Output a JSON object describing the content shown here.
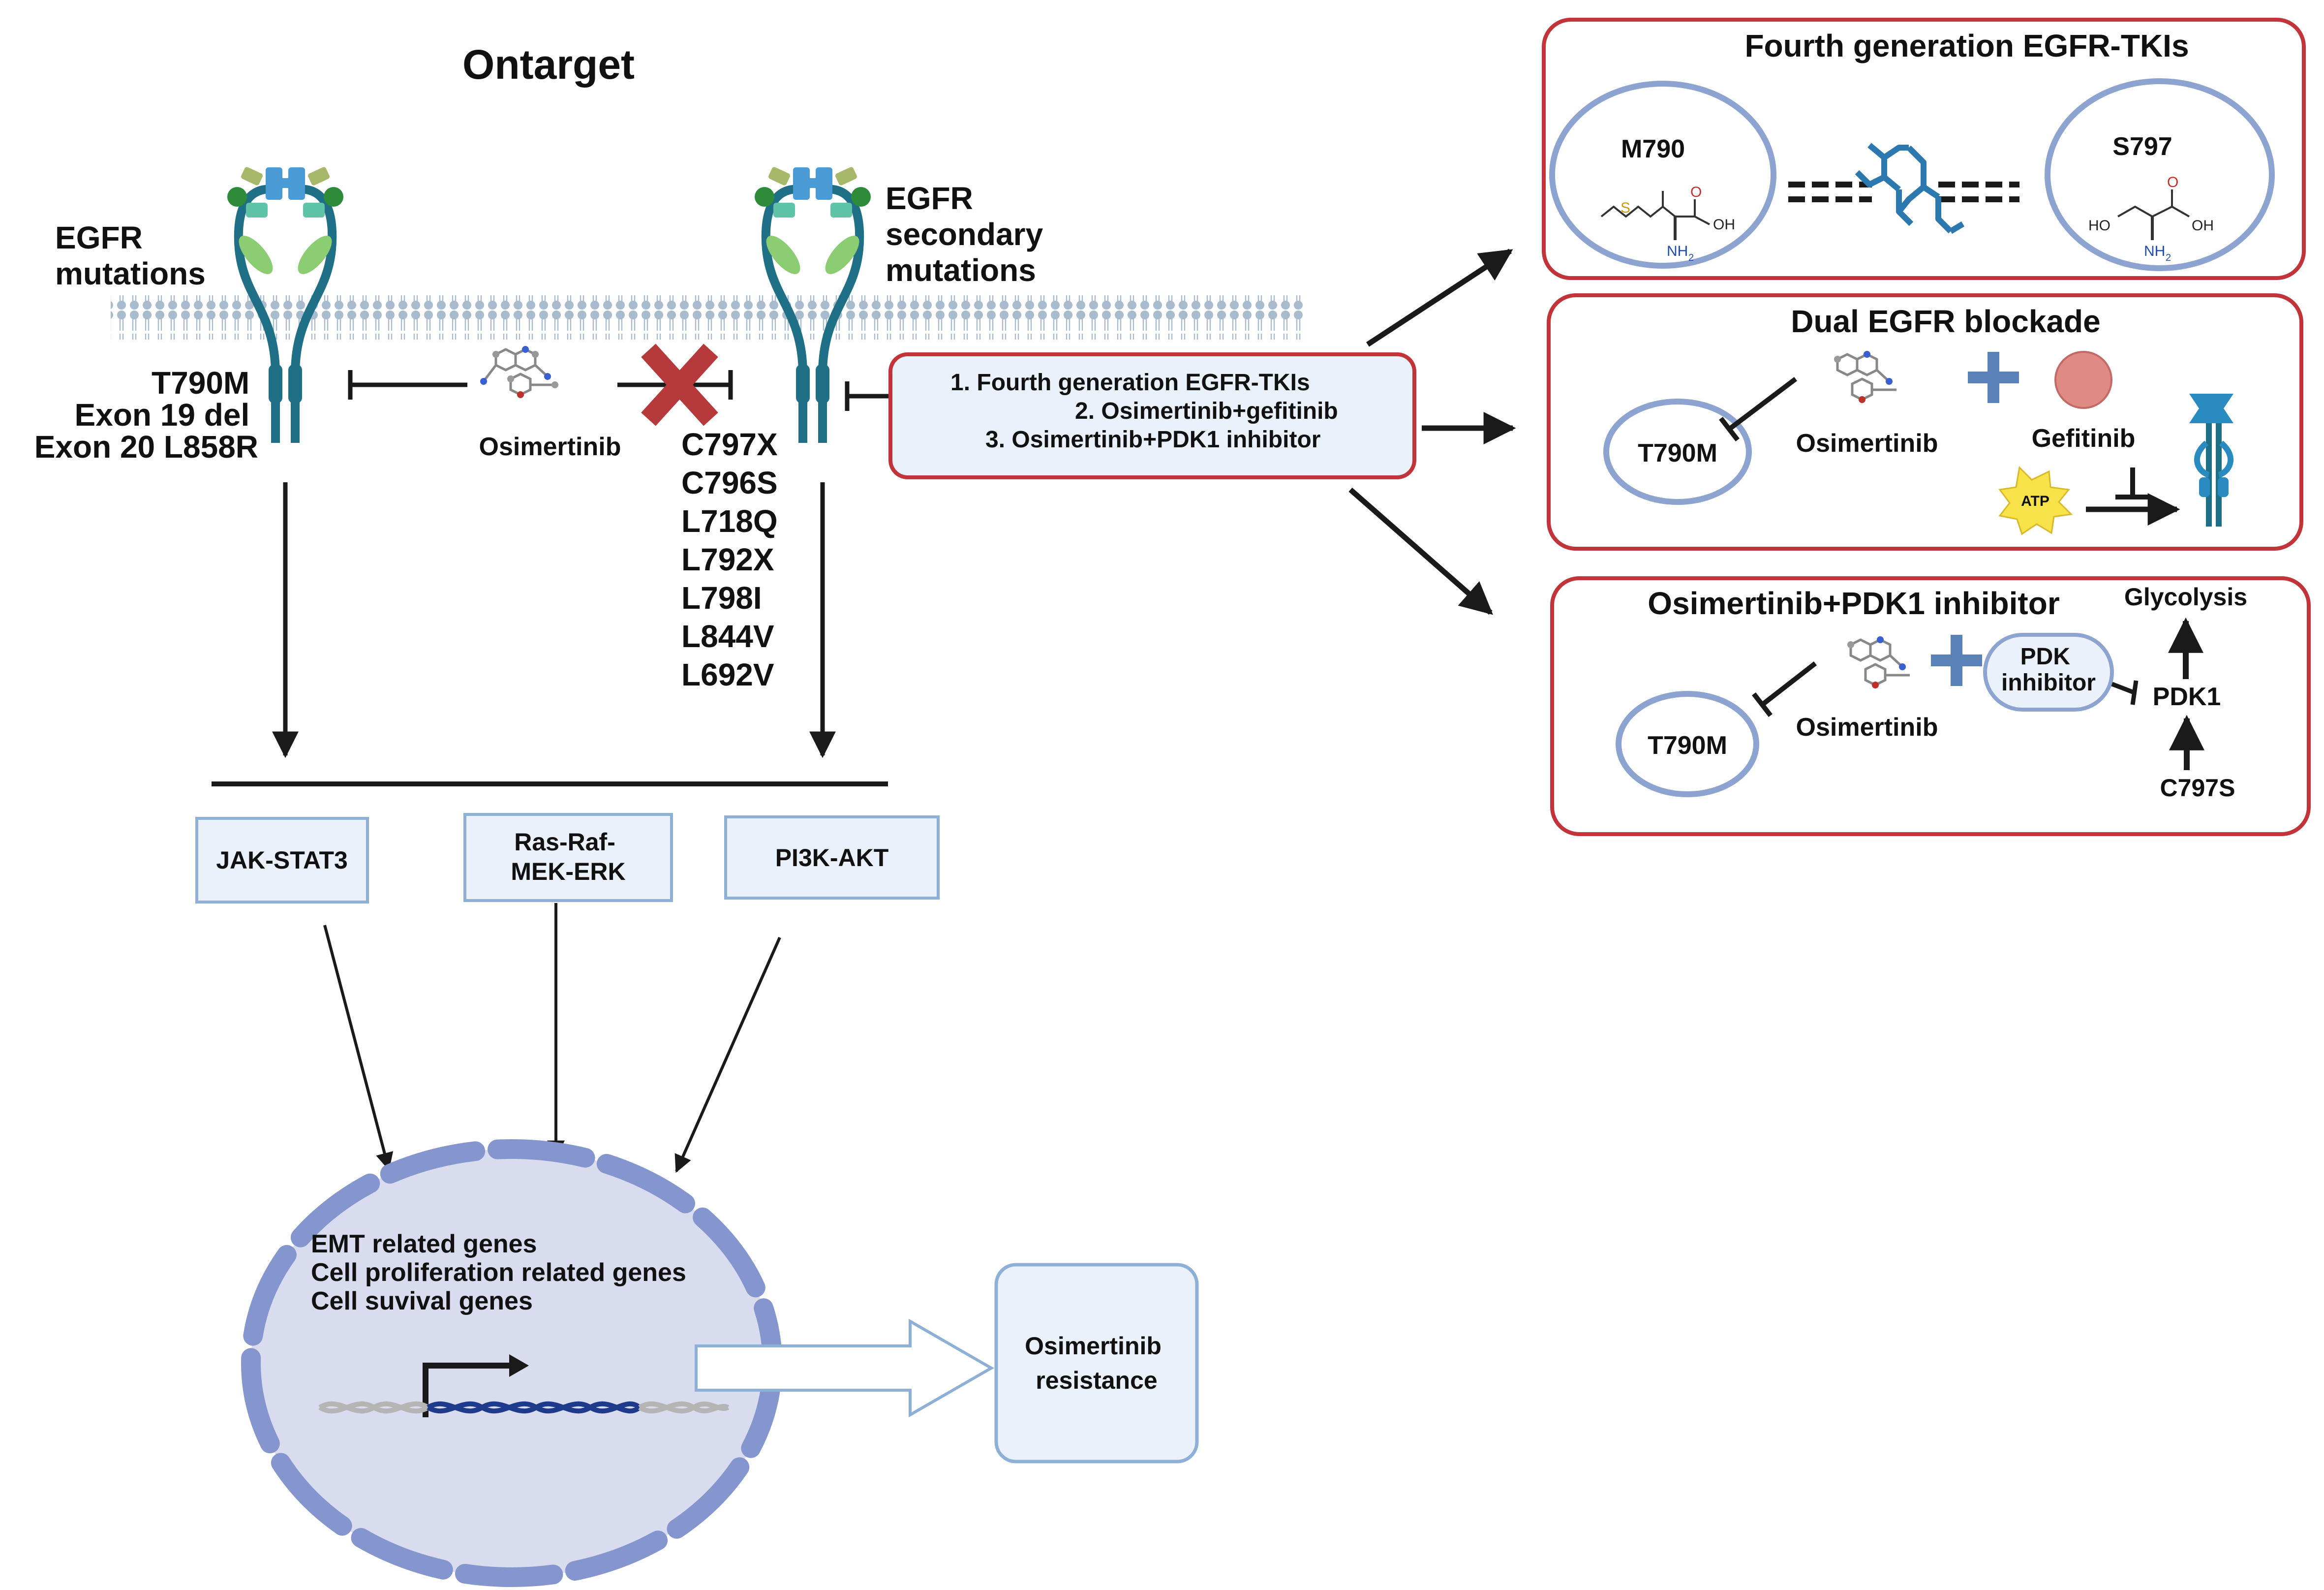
{
  "title": "Ontarget",
  "left_receptor": {
    "label_line1": "EGFR",
    "label_line2": "mutations",
    "mutations": [
      "T790M",
      "Exon 19 del",
      "Exon 20 L858R"
    ]
  },
  "right_receptor": {
    "label_line1": "EGFR",
    "label_line2": "secondary",
    "label_line3": "mutations",
    "mutations": [
      "C797X",
      "C796S",
      "L718Q",
      "L792X",
      "L798I",
      "L844V",
      "L692V"
    ]
  },
  "drug_label": "Osimertinib",
  "strategies": {
    "item1": "1.  Fourth generation EGFR-TKIs",
    "item2": "2. Osimertinib+gefitinib",
    "item3": "3. Osimertinib+PDK1 inhibitor"
  },
  "pathways": [
    {
      "line1": "JAK-STAT3",
      "line2": ""
    },
    {
      "line1": "Ras-Raf-",
      "line2": "MEK-ERK"
    },
    {
      "line1": "PI3K-AKT",
      "line2": ""
    }
  ],
  "nucleus": {
    "genes": [
      "EMT related genes",
      "Cell proliferation related genes",
      "Cell suvival genes"
    ]
  },
  "outcome": {
    "line1": "Osimertinib",
    "line2": "resistance"
  },
  "panel_fourth_gen": {
    "title": "Fourth generation EGFR-TKIs",
    "left_residue": "M790",
    "right_residue": "S797",
    "left_atoms": {
      "s": "S",
      "o": "O",
      "oh": "OH",
      "nh2": "NH",
      "sub": "2"
    },
    "right_atoms": {
      "ho": "HO",
      "o": "O",
      "oh": "OH",
      "nh2": "NH",
      "sub": "2"
    }
  },
  "panel_dual": {
    "title": "Dual EGFR blockade",
    "target": "T790M",
    "drug1": "Osimertinib",
    "drug2": "Gefitinib",
    "atp": "ATP"
  },
  "panel_pdk1": {
    "title": "Osimertinib+PDK1 inhibitor",
    "target": "T790M",
    "drug": "Osimertinib",
    "inhibitor_line1": "PDK",
    "inhibitor_line2": "inhibitor",
    "node_pdk1": "PDK1",
    "node_glycolysis": "Glycolysis",
    "node_c797s": "C797S"
  },
  "colors": {
    "panel_border": "#c0343a",
    "circle_stroke": "#8da3d0",
    "circle_fill": "#ffffff",
    "box_fill": "#eaf1fb",
    "box_stroke": "#8fb0d6",
    "nucleus_fill": "#d8dcee",
    "nucleus_segment": "#8595cd",
    "receptor_teal": "#1f6f86",
    "receptor_green": "#8ccc72",
    "membrane": "#a9bccd",
    "cross_red": "#b63a3c",
    "plus_blue": "#5b82b8",
    "dna_dark": "#1e3a8a",
    "dna_grey": "#b5b5b5",
    "atp_yellow": "#f7e24a",
    "gefitinib": "#e08a86"
  }
}
